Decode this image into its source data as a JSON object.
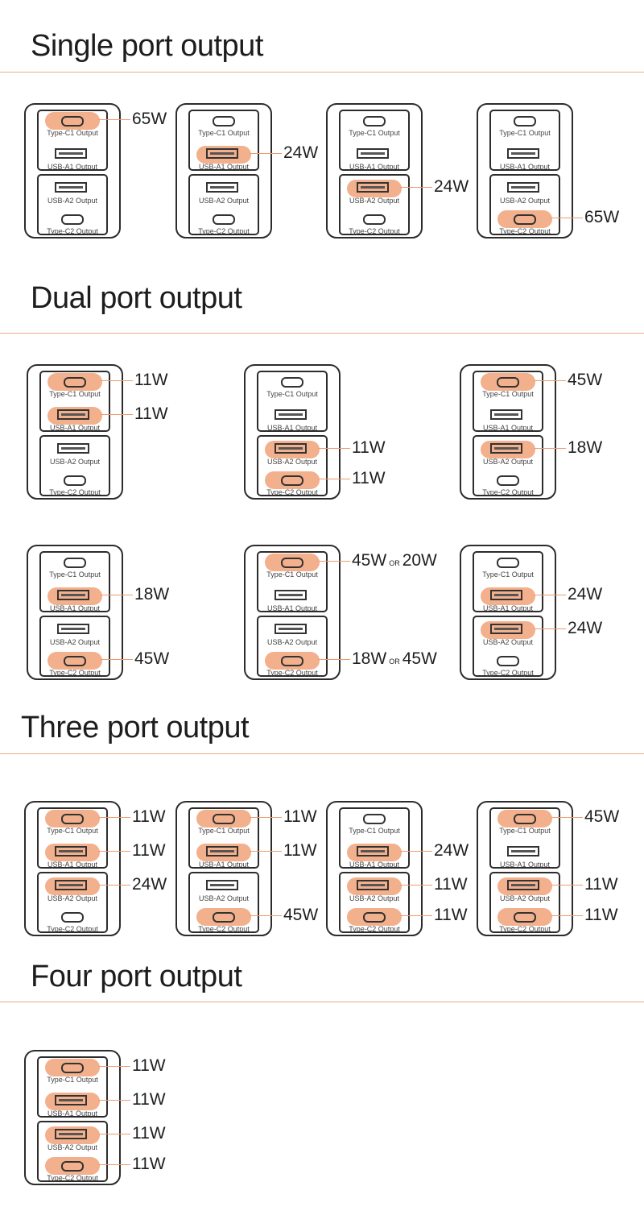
{
  "colors": {
    "highlight": "#f3b08c",
    "leader": "#ee9a72",
    "rule": "#f0a98a",
    "outline": "#2c2c2c"
  },
  "port_labels": [
    "Type-C1 Output",
    "USB-A1 Output",
    "USB-A2 Output",
    "Type-C2 Output"
  ],
  "port_icons": [
    "usb-c-port-icon",
    "usb-a-port-icon",
    "usb-a-port-icon",
    "usb-c-port-icon"
  ],
  "or_label": "OR",
  "sections": [
    {
      "title": "Single port output",
      "diagrams": [
        {
          "active": [
            0
          ],
          "watts": [
            "65W"
          ]
        },
        {
          "active": [
            1
          ],
          "watts": [
            "24W"
          ]
        },
        {
          "active": [
            2
          ],
          "watts": [
            "24W"
          ]
        },
        {
          "active": [
            3
          ],
          "watts": [
            "65W"
          ]
        }
      ]
    },
    {
      "title": "Dual port output",
      "diagrams": [
        {
          "active": [
            0,
            1
          ],
          "watts": [
            "11W",
            "11W"
          ]
        },
        {
          "active": [
            2,
            3
          ],
          "watts": [
            "11W",
            "11W"
          ]
        },
        {
          "active": [
            0,
            2
          ],
          "watts": [
            "45W",
            "18W"
          ]
        },
        {
          "active": [
            1,
            3
          ],
          "watts": [
            "18W",
            "45W"
          ]
        },
        {
          "active": [
            0,
            3
          ],
          "watts": [
            "45W OR 20W",
            "18W OR 45W"
          ]
        },
        {
          "active": [
            1,
            2
          ],
          "watts": [
            "24W",
            "24W"
          ]
        }
      ]
    },
    {
      "title": "Three port output",
      "diagrams": [
        {
          "active": [
            0,
            1,
            2
          ],
          "watts": [
            "11W",
            "11W",
            "24W"
          ]
        },
        {
          "active": [
            0,
            1,
            3
          ],
          "watts": [
            "11W",
            "11W",
            "45W"
          ]
        },
        {
          "active": [
            1,
            2,
            3
          ],
          "watts": [
            "24W",
            "11W",
            "11W"
          ]
        },
        {
          "active": [
            0,
            2,
            3
          ],
          "watts": [
            "45W",
            "11W",
            "11W"
          ]
        }
      ]
    },
    {
      "title": "Four port output",
      "diagrams": [
        {
          "active": [
            0,
            1,
            2,
            3
          ],
          "watts": [
            "11W",
            "11W",
            "11W",
            "11W"
          ]
        }
      ]
    }
  ]
}
